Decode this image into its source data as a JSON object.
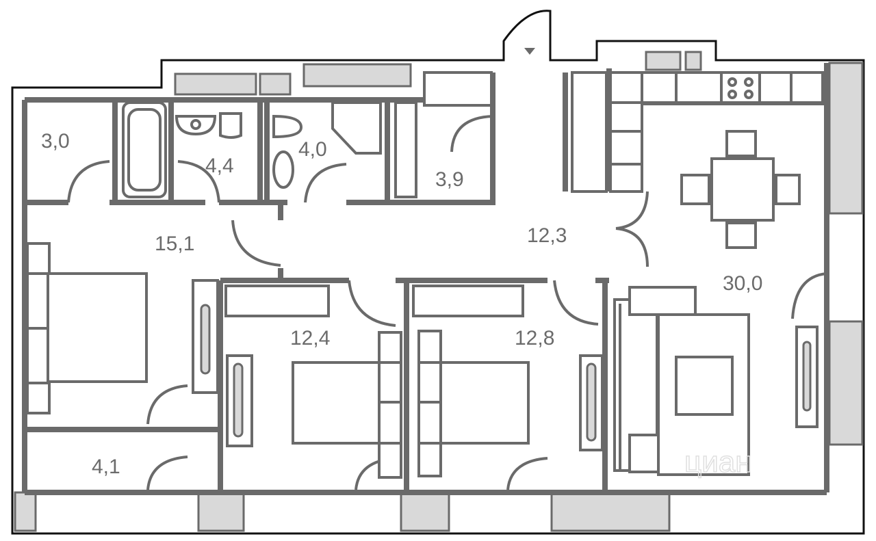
{
  "plan": {
    "rooms": [
      {
        "id": "storage",
        "area": "3,0"
      },
      {
        "id": "bathroom",
        "area": "4,4"
      },
      {
        "id": "toilet",
        "area": "4,0"
      },
      {
        "id": "wardrobe",
        "area": "3,9"
      },
      {
        "id": "hall-left",
        "area": "15,1"
      },
      {
        "id": "hall-center",
        "area": "12,3"
      },
      {
        "id": "living-kitchen",
        "area": "30,0"
      },
      {
        "id": "bedroom-2",
        "area": "12,4"
      },
      {
        "id": "bedroom-3",
        "area": "12,8"
      },
      {
        "id": "balcony",
        "area": "4,1"
      }
    ],
    "watermark": "циан",
    "colors": {
      "wall": "#6a6a6a",
      "outline": "#111111",
      "label": "#6b6b6b",
      "window": "#d9d9d9"
    }
  }
}
